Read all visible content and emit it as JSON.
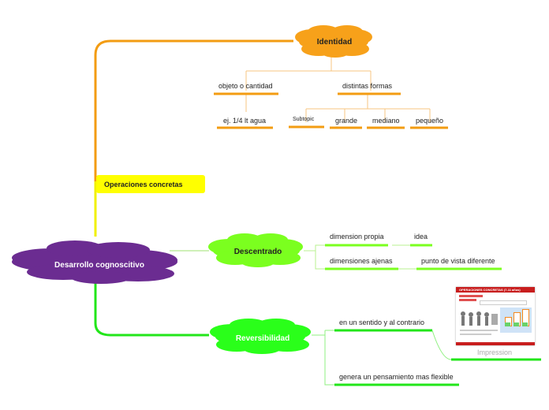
{
  "central": {
    "label": "Desarrollo cognoscitivo"
  },
  "topic": {
    "label": "Operaciones concretas"
  },
  "identidad": {
    "label": "Identidad",
    "children": [
      {
        "label": "objeto o cantidad",
        "children": [
          {
            "label": "ej. 1/4 lt agua"
          }
        ]
      },
      {
        "label": "distintas formas",
        "children": [
          {
            "label": "Subtopic"
          },
          {
            "label": "grande"
          },
          {
            "label": "mediano"
          },
          {
            "label": "pequeño"
          }
        ]
      }
    ]
  },
  "descentrado": {
    "label": "Descentrado",
    "children": [
      {
        "label": "dimension propia",
        "children": [
          {
            "label": "idea"
          }
        ]
      },
      {
        "label": "dimensiones ajenas",
        "children": [
          {
            "label": "punto de vista diferente"
          }
        ]
      }
    ]
  },
  "reversibilidad": {
    "label": "Reversibilidad",
    "children": [
      {
        "label": "en un sentido y al contrario",
        "image": {
          "caption": "Impression",
          "title": "OPERACIONES CONCRETAS (7-11 años)"
        }
      },
      {
        "label": "genera un pensamiento mas flexible"
      }
    ]
  },
  "colors": {
    "central": "#6b2c91",
    "identidad": "#f7a11a",
    "orange_line": "#f39c12",
    "descentrado": "#7bff1f",
    "reversibilidad": "#2aff1a",
    "topic": "#ffff00"
  }
}
